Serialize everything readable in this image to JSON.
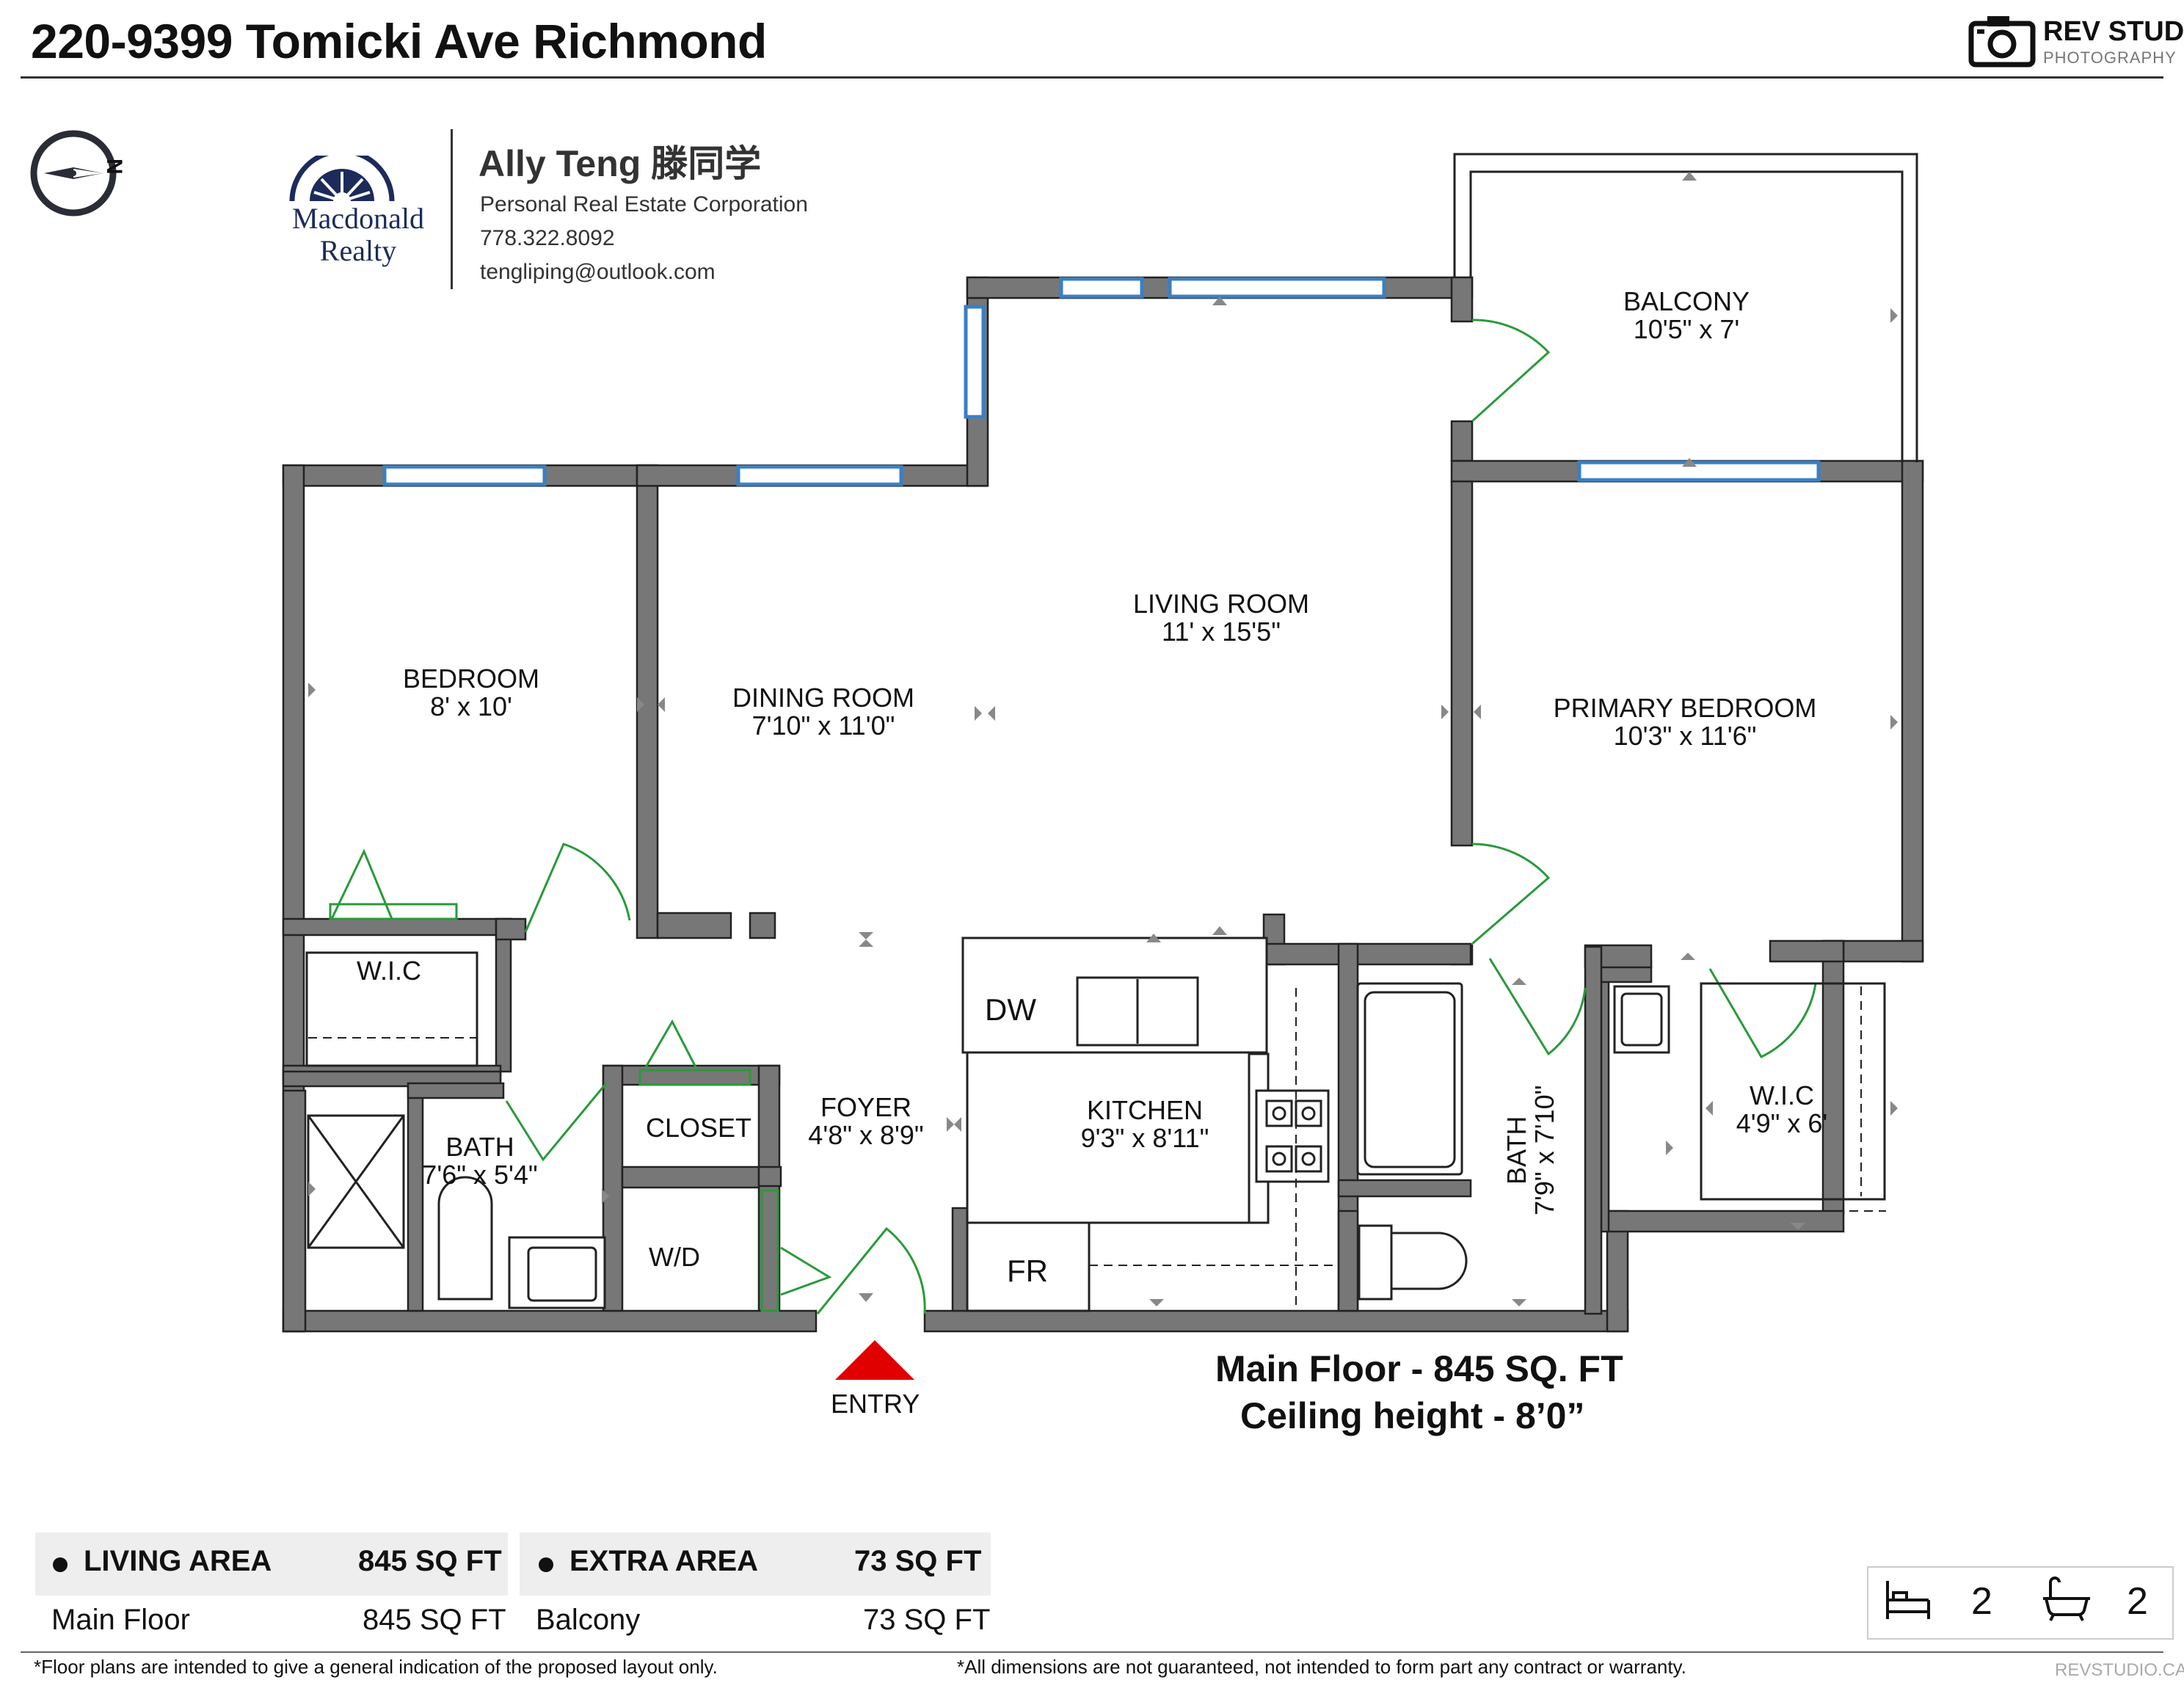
{
  "header": {
    "title": "220-9399 Tomicki Ave Richmond",
    "brand_name": "REV STUDIO",
    "brand_sub": "PHOTOGRAPHY"
  },
  "agent": {
    "name": "Ally Teng 滕同学",
    "company": "Personal Real Estate Corporation",
    "phone": "778.322.8092",
    "email": "tengliping@outlook.com",
    "brokerage_line1": "Macdonald",
    "brokerage_line2": "Realty"
  },
  "compass": {
    "label": "N"
  },
  "rooms": [
    {
      "id": "balcony",
      "name": "BALCONY",
      "dims": "10'5\" x 7'"
    },
    {
      "id": "living",
      "name": "LIVING ROOM",
      "dims": "11' x 15'5\""
    },
    {
      "id": "bedroom",
      "name": "BEDROOM",
      "dims": "8' x 10'"
    },
    {
      "id": "dining",
      "name": "DINING ROOM",
      "dims": "7'10\" x 11'0\""
    },
    {
      "id": "primary",
      "name": "PRIMARY BEDROOM",
      "dims": "10'3\" x 11'6\""
    },
    {
      "id": "wic1",
      "name": "W.I.C",
      "dims": ""
    },
    {
      "id": "foyer",
      "name": "FOYER",
      "dims": "4'8\" x 8'9\""
    },
    {
      "id": "kitchen",
      "name": "KITCHEN",
      "dims": "9'3\" x 8'11\""
    },
    {
      "id": "bath1",
      "name": "BATH",
      "dims": "7'6\" x 5'4\""
    },
    {
      "id": "closet",
      "name": "CLOSET",
      "dims": ""
    },
    {
      "id": "wic2",
      "name": "W.I.C",
      "dims": "4'9\" x 6'"
    },
    {
      "id": "bath2",
      "name": "BATH",
      "dims": "7'9\" x 7'10\""
    }
  ],
  "fixtures": {
    "dw": "DW",
    "fr": "FR",
    "wd": "W/D"
  },
  "entry_label": "ENTRY",
  "floor_summary": {
    "main": "Main Floor - 845 SQ. FT",
    "ceiling": "Ceiling height - 8’0”"
  },
  "area_table": {
    "living": {
      "header": "LIVING AREA",
      "total": "845 SQ FT",
      "row_label": "Main Floor",
      "row_value": "845 SQ FT"
    },
    "extra": {
      "header": "EXTRA AREA",
      "total": "73 SQ FT",
      "row_label": "Balcony",
      "row_value": "73 SQ FT"
    }
  },
  "counts": {
    "beds": "2",
    "baths": "2"
  },
  "footer": {
    "left_note": "*Floor plans are intended to give a general indication of the proposed layout only.",
    "right_note": "*All dimensions are not guaranteed, not intended to form part any contract or warranty.",
    "url": "REVSTUDIO.CA"
  },
  "colors": {
    "wall": "#777777",
    "wall_edge": "#222222",
    "window": "#3a7fc4",
    "door": "#2a9a3a",
    "entry_arrow": "#e00000"
  }
}
